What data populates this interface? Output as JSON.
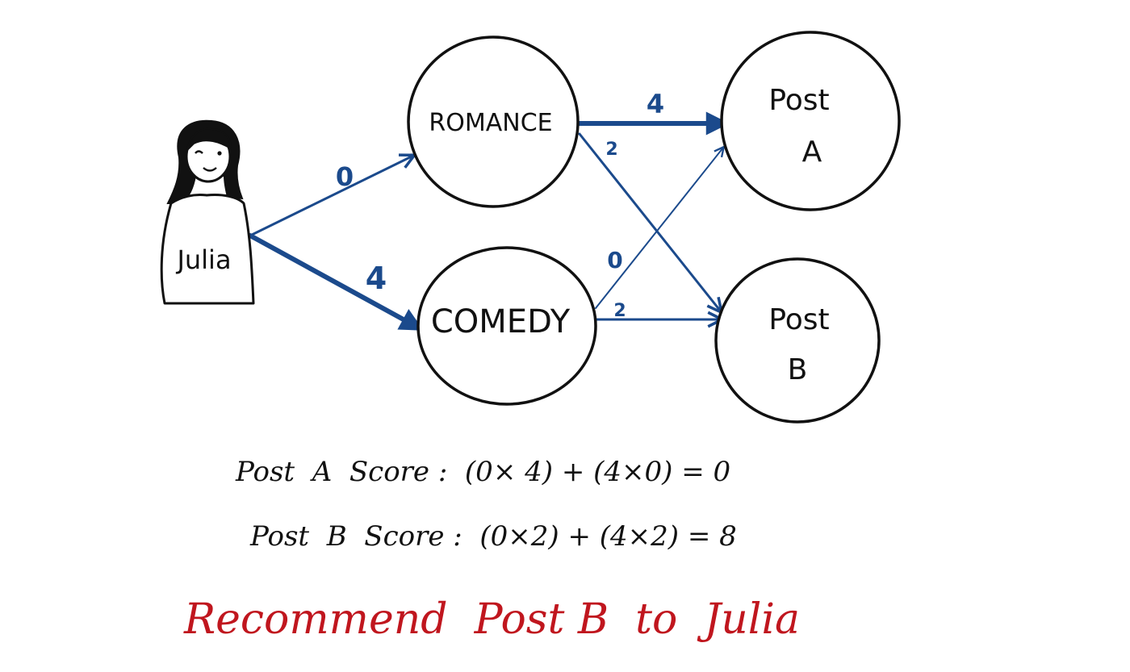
{
  "user": {
    "name": "Julia"
  },
  "categories": [
    {
      "id": "romance",
      "label": "ROMANCE"
    },
    {
      "id": "comedy",
      "label": "COMEDY"
    }
  ],
  "posts": [
    {
      "id": "post-a",
      "label_line1": "Post",
      "label_line2": "A"
    },
    {
      "id": "post-b",
      "label_line1": "Post",
      "label_line2": "B"
    }
  ],
  "edges": {
    "julia_romance": "0",
    "julia_comedy": "4",
    "romance_post_a": "4",
    "romance_post_b": "2",
    "comedy_post_a": "0",
    "comedy_post_b": "2"
  },
  "scores": {
    "post_a": "Post  A  Score :  (0× 4) + (4×0) = 0",
    "post_b": "Post  B  Score :  (0×2) + (4×2) = 8"
  },
  "conclusion": "Recommend  Post B  to  Julia",
  "colors": {
    "edge": "#1b4a8c",
    "conclusion": "#c0161e",
    "ink": "#111111"
  }
}
